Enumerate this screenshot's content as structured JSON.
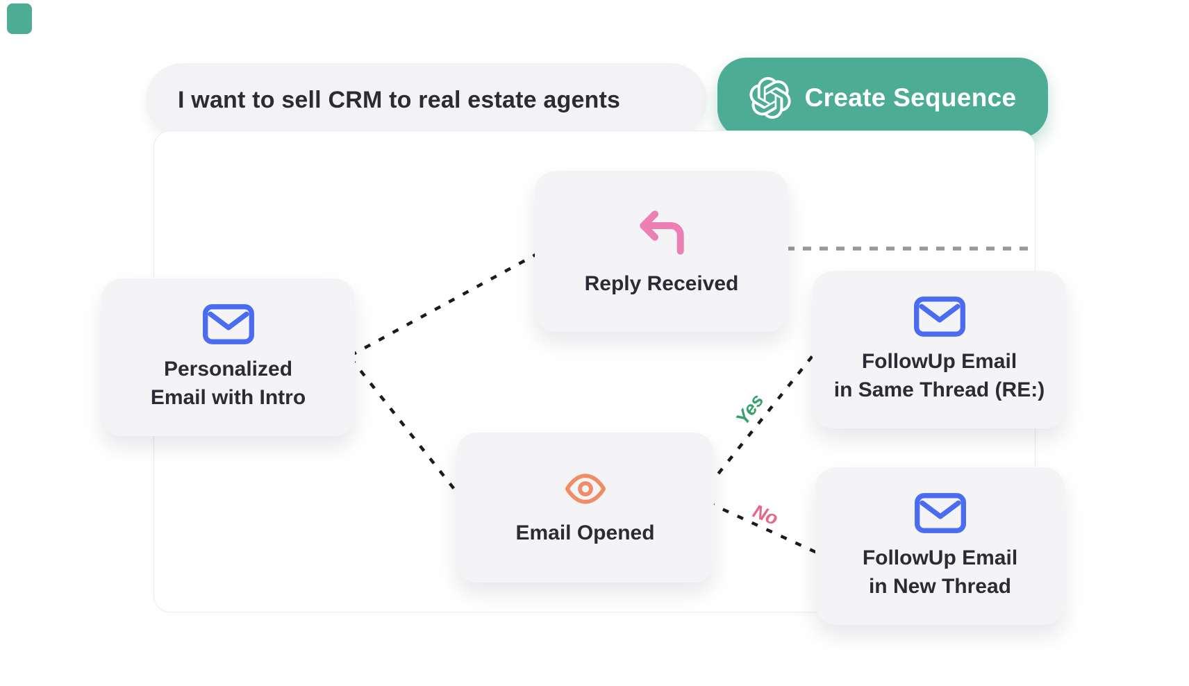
{
  "prompt_bar": {
    "input_text": "I want to sell CRM to real estate agents",
    "button_label": "Create Sequence"
  },
  "diagram": {
    "nodes": {
      "personalized": {
        "line1": "Personalized",
        "line2": "Email with Intro",
        "icon": "email-icon"
      },
      "reply": {
        "label": "Reply Received",
        "icon": "reply-arrow-icon"
      },
      "opened": {
        "label": "Email Opened",
        "icon": "eye-icon"
      },
      "followup_same": {
        "line1": "FollowUp Email",
        "line2": "in Same Thread (RE:)",
        "icon": "email-icon"
      },
      "followup_new": {
        "line1": "FollowUp Email",
        "line2": "in New Thread",
        "icon": "email-icon"
      }
    },
    "edge_labels": {
      "yes": "Yes",
      "no": "No"
    }
  },
  "icons": {
    "button_icon": "openai-logo-icon"
  },
  "colors": {
    "teal": "#4cac94",
    "pill_bg": "#f3f2f5",
    "node_background": "#f4f3f6",
    "text_dark": "#2b2b33",
    "email_blue": "#4a6cf0",
    "reply_pink": "#ec7fb4",
    "eye_orange": "#ef8e66",
    "yes_green": "#38a169",
    "no_pink": "#e2688c",
    "connector_dark": "#1b1b1f",
    "connector_gray": "#97979d"
  }
}
